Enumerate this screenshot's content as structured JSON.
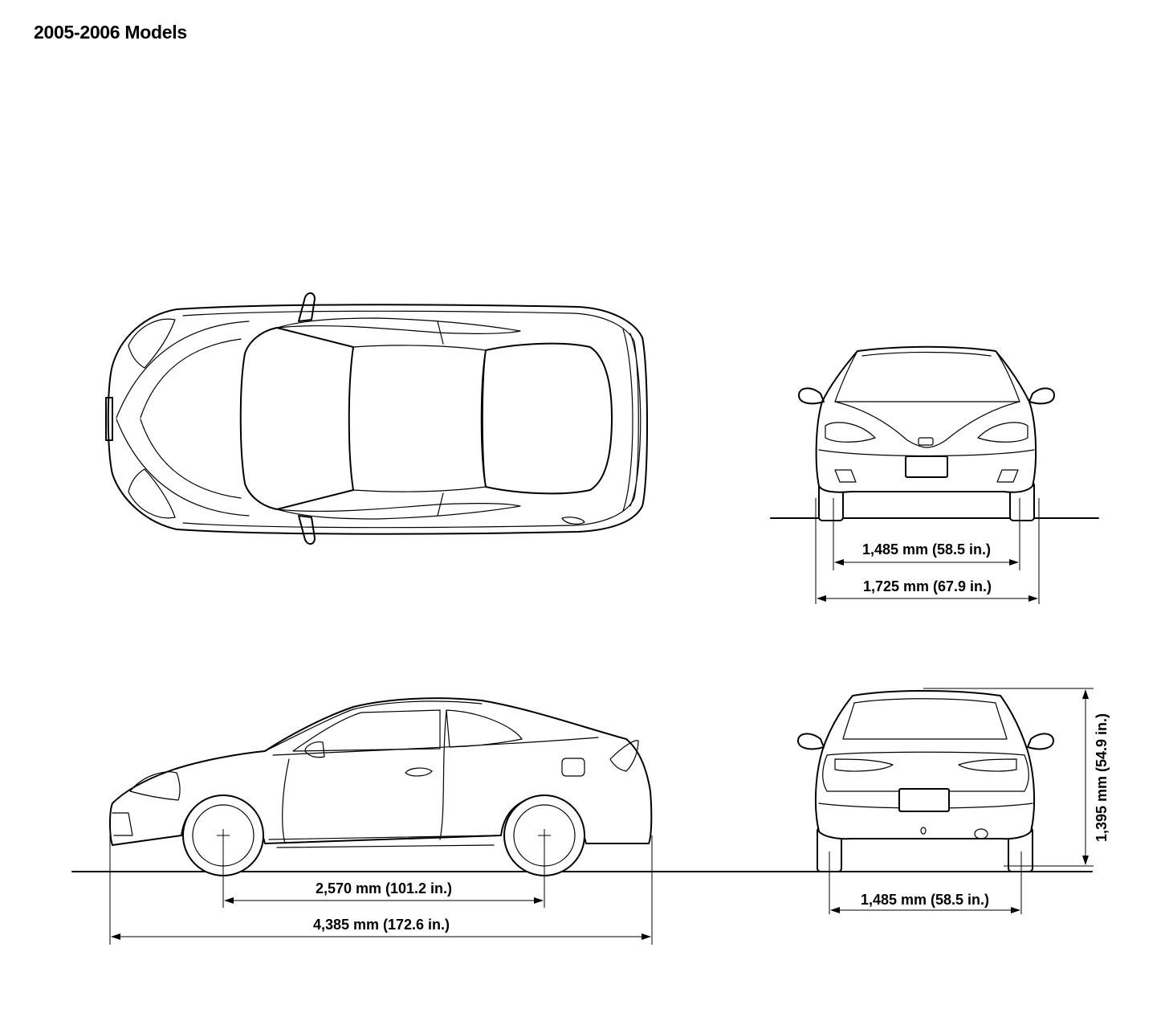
{
  "header": {
    "title": "2005-2006 Models"
  },
  "dimensions": {
    "front_track": "1,485 mm (58.5 in.)",
    "overall_width": "1,725 mm (67.9 in.)",
    "wheelbase": "2,570 mm (101.2 in.)",
    "overall_length": "4,385 mm (172.6 in.)",
    "rear_track": "1,485 mm (58.5 in.)",
    "overall_height": "1,395 mm (54.9 in.)"
  }
}
